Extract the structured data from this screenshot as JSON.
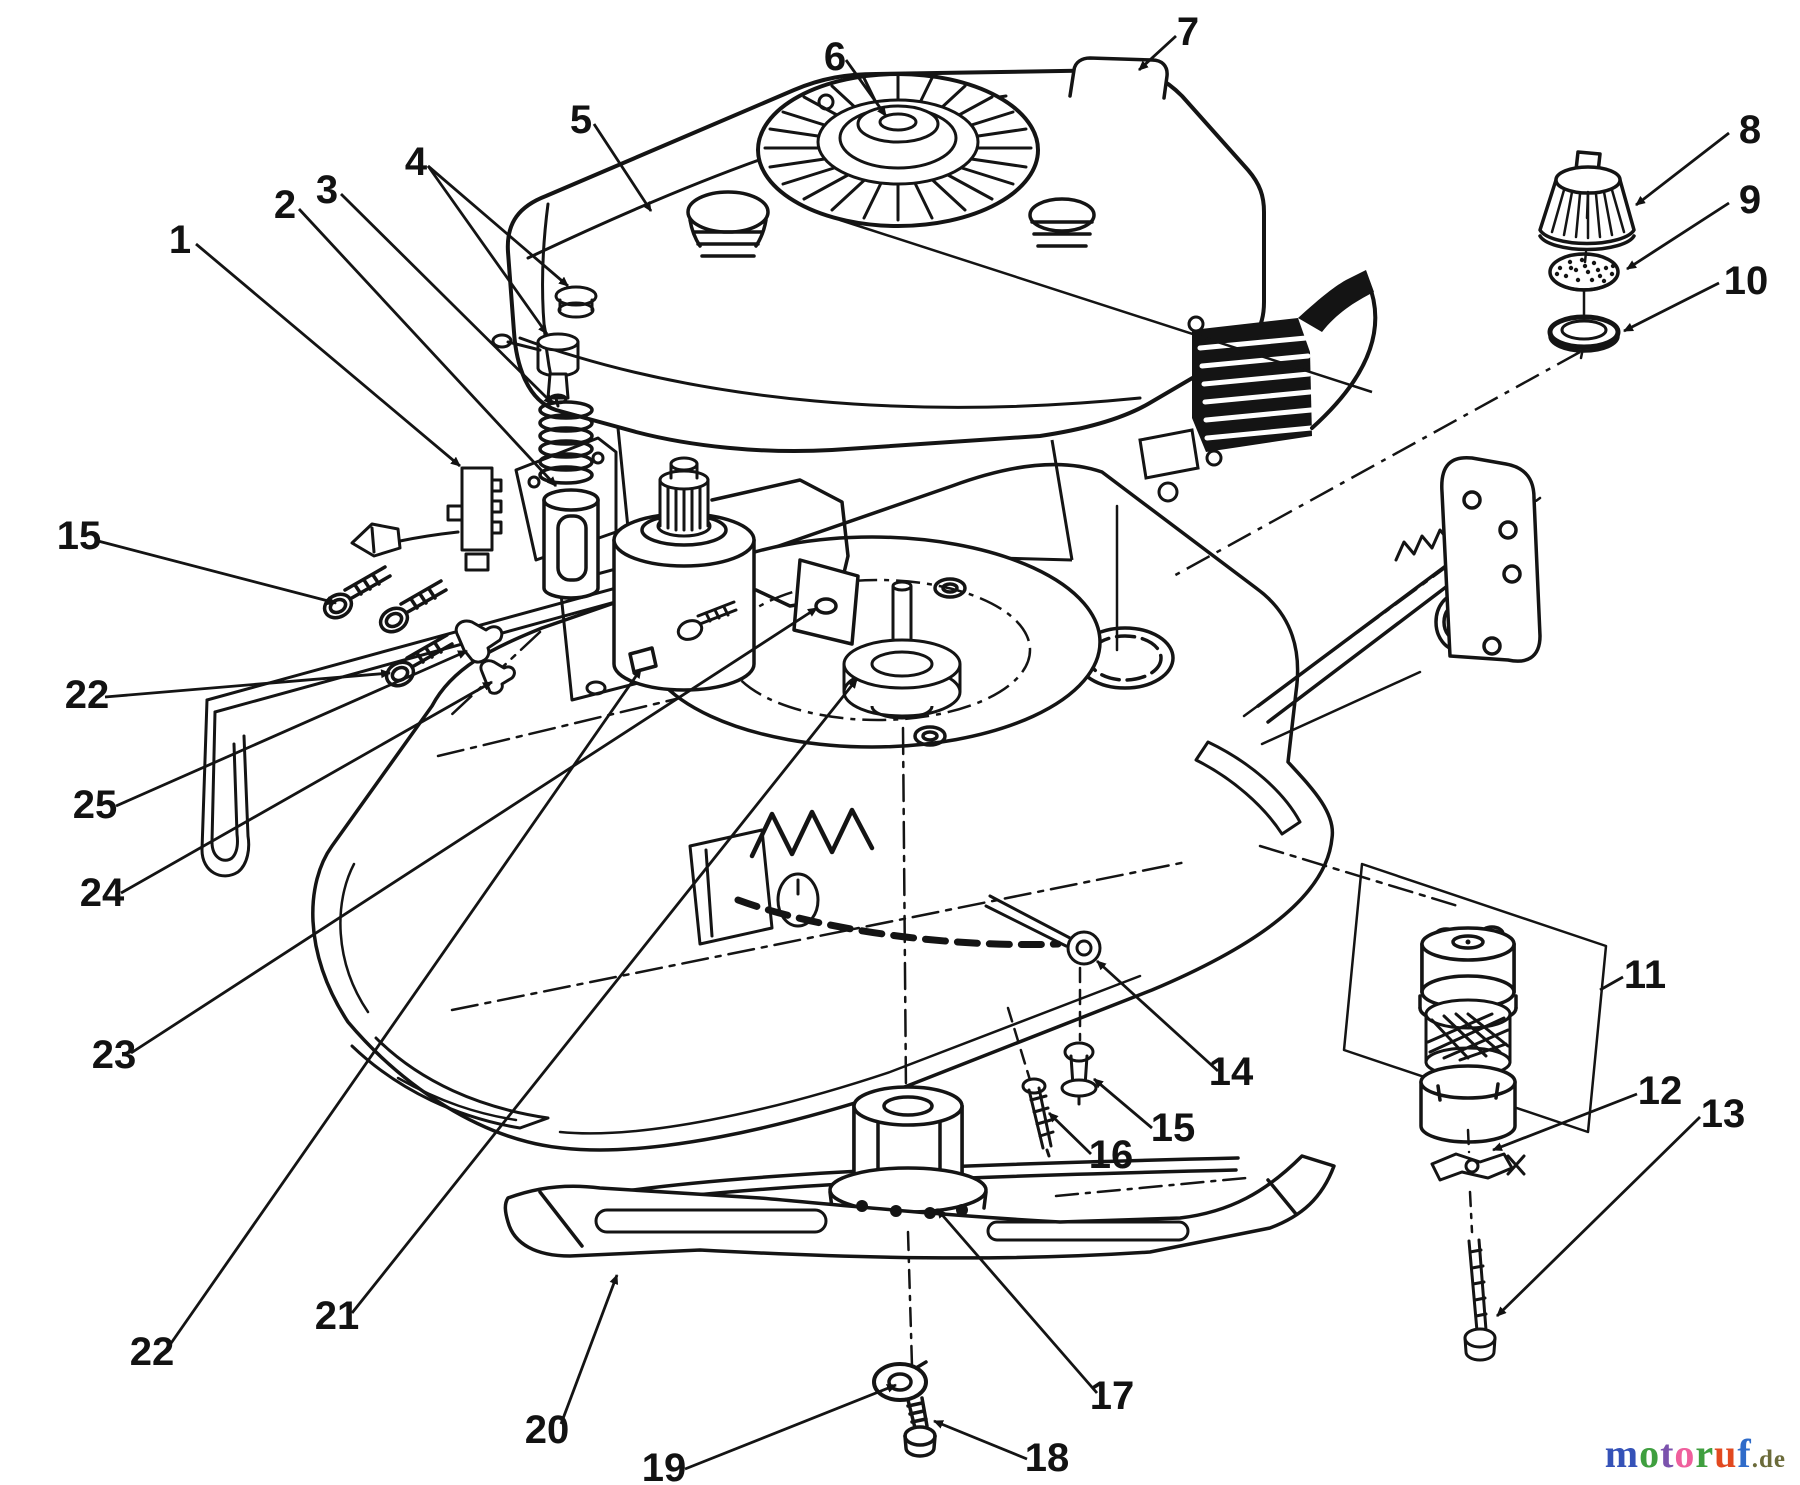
{
  "callouts": [
    {
      "label": "1"
    },
    {
      "label": "2"
    },
    {
      "label": "3"
    },
    {
      "label": "4"
    },
    {
      "label": "5"
    },
    {
      "label": "6"
    },
    {
      "label": "7"
    },
    {
      "label": "8"
    },
    {
      "label": "9"
    },
    {
      "label": "10"
    },
    {
      "label": "11"
    },
    {
      "label": "12"
    },
    {
      "label": "13"
    },
    {
      "label": "14"
    },
    {
      "label": "15"
    },
    {
      "label": "16"
    },
    {
      "label": "17"
    },
    {
      "label": "18"
    },
    {
      "label": "19"
    },
    {
      "label": "20"
    },
    {
      "label": "21"
    },
    {
      "label": "22"
    },
    {
      "label": "23"
    },
    {
      "label": "24"
    },
    {
      "label": "25"
    },
    {
      "label": "15"
    },
    {
      "label": "22"
    }
  ],
  "watermark": {
    "letters": [
      {
        "ch": "m",
        "css": "color:#3552b8"
      },
      {
        "ch": "o",
        "css": "color:#3f9f3f"
      },
      {
        "ch": "t",
        "css": "color:#7b52ad"
      },
      {
        "ch": "o",
        "css": "color:#ef5f9d"
      },
      {
        "ch": "r",
        "css": "color:#3f9f3f"
      },
      {
        "ch": "u",
        "css": "color:#e2491f"
      },
      {
        "ch": "f",
        "css": "color:#2f6bc9"
      }
    ],
    "suffix": ".de",
    "suffix_css": "color:#6b6b3a"
  }
}
